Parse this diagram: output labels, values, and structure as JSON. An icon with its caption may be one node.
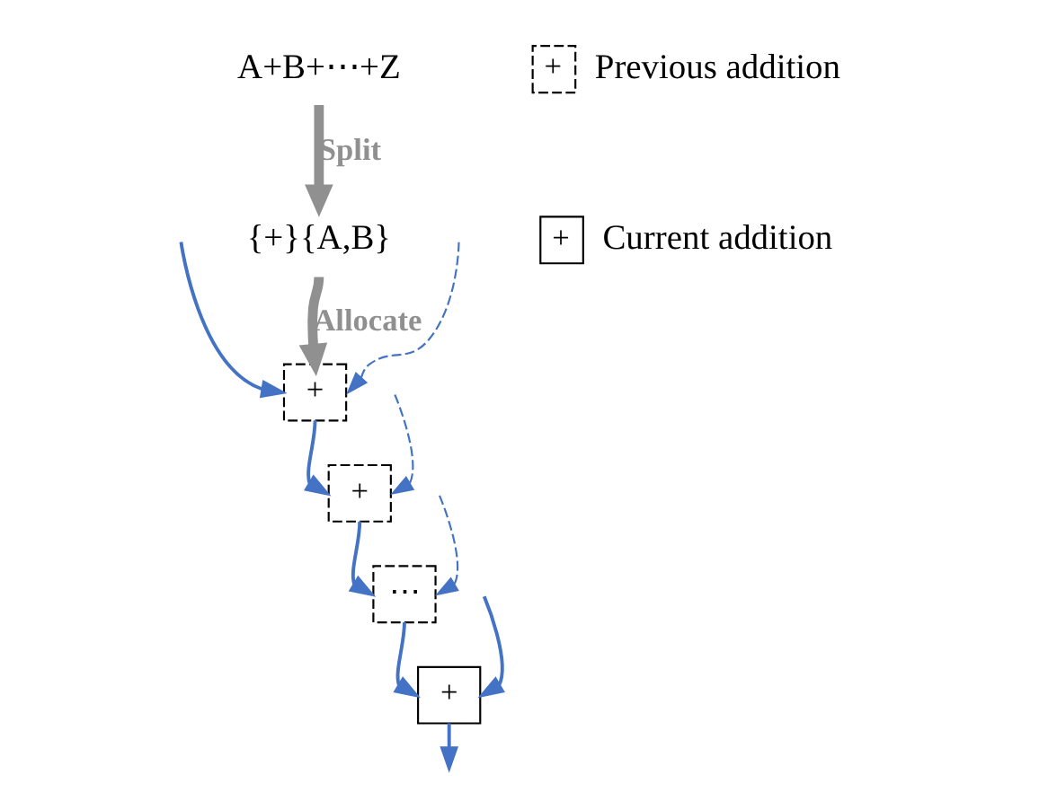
{
  "diagram": {
    "nodes": [
      {
        "text": [
          "A+B+⋯+Z"
        ]
      },
      {
        "text": [
          "{+}{A,B}"
        ]
      },
      {
        "text": [
          "+"
        ]
      },
      {
        "text": [
          "+"
        ]
      },
      {
        "text": [
          "⋯"
        ]
      },
      {
        "text": [
          "+"
        ]
      }
    ],
    "edges": [
      {
        "from": 0,
        "to": 1,
        "arrow": "to",
        "label": "Split",
        "style": "thick",
        "color": "#909090"
      },
      {
        "from": 1,
        "to": 2,
        "arrow": "to",
        "label": "Allocate",
        "style": "thick",
        "color": "#909090"
      },
      {
        "from": null,
        "to": 2,
        "arrow": "to",
        "style": "dashed"
      },
      {
        "from": null,
        "to": 2,
        "arrow": "to"
      },
      {
        "from": 2,
        "to": 3,
        "arrow": "to"
      },
      {
        "from": null,
        "to": 3,
        "arrow": "to",
        "style": "dashed"
      },
      {
        "from": 3,
        "to": 4,
        "arrow": "to"
      },
      {
        "from": null,
        "to": 4,
        "arrow": "to",
        "style": "dashed"
      },
      {
        "from": 4,
        "to": 5,
        "arrow": "to"
      },
      {
        "from": null,
        "to": 5,
        "arrow": "to"
      },
      {
        "from": 5,
        "to": null,
        "arrow": "to"
      }
    ],
    "labels": [
      "+",
      "+"
    ],
    "legend": [
      {
        "text": "Previous addition"
      },
      {
        "text": "Current addition"
      }
    ]
  }
}
